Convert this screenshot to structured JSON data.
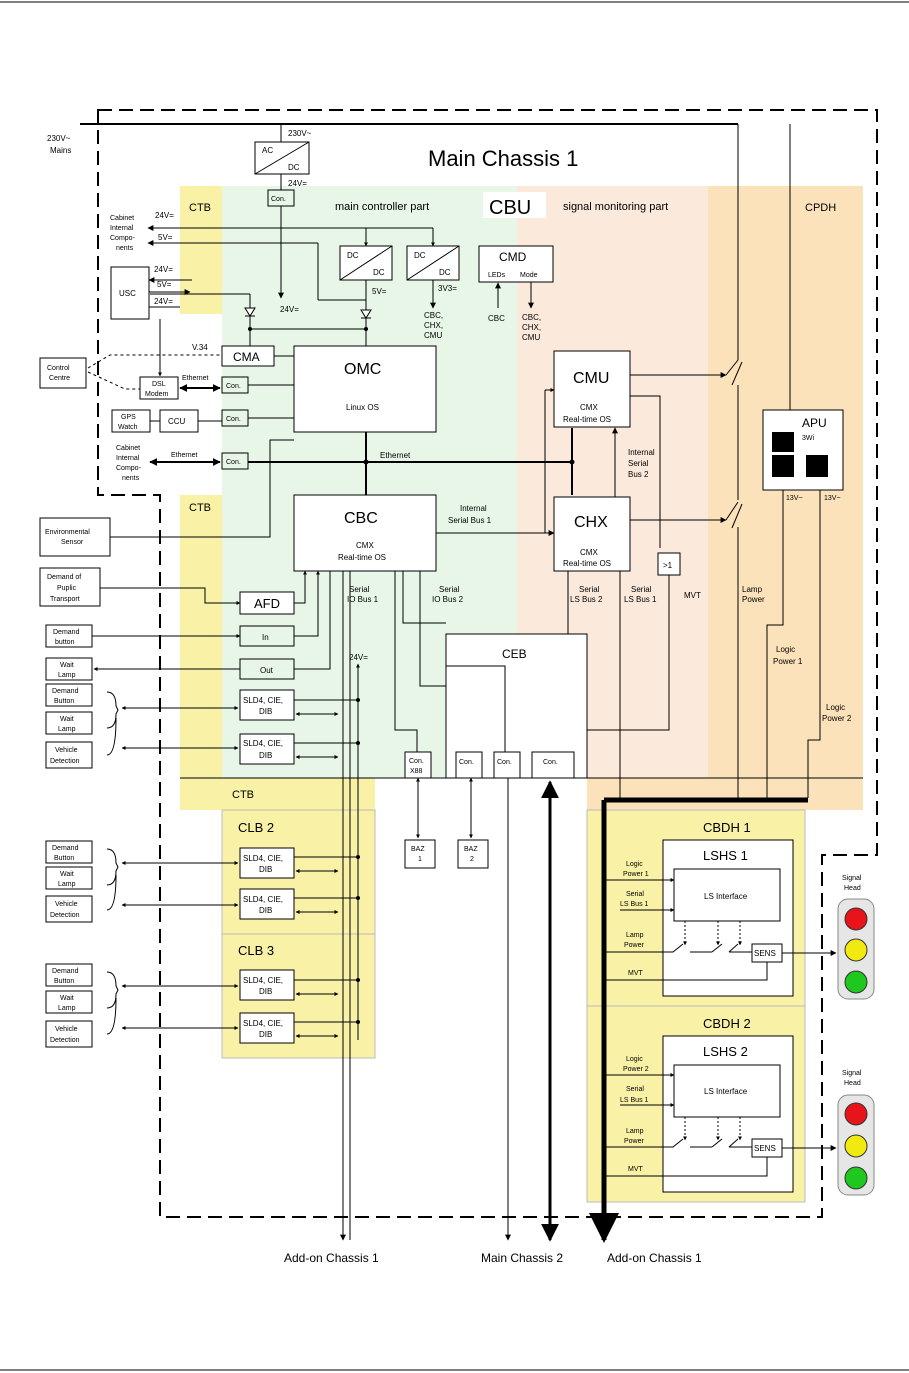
{
  "title": "Main Chassis 1",
  "regions": {
    "ctb": "CTB",
    "cbu": "CBU",
    "main_ctrl": "main controller part",
    "signal_mon": "signal monitoring part",
    "cpdh": "CPDH",
    "clb2": "CLB 2",
    "clb3": "CLB 3",
    "cbdh1": "CBDH 1",
    "cbdh2": "CBDH 2",
    "lshs1": "LSHS 1",
    "lshs2": "LSHS 2"
  },
  "power": {
    "mains": [
      "230V~",
      "Mains"
    ],
    "ac_in": "230V~",
    "ac": "AC",
    "dc": "DC",
    "out24": "24V=",
    "con": "Con.",
    "v24": "24V=",
    "v5": "5V=",
    "v3v3": "3V3="
  },
  "external": {
    "cabinet1": [
      "Cabinet",
      "Internal",
      "Compo-",
      "nents"
    ],
    "cabinet2": [
      "Cabinet",
      "Internal",
      "Compo-",
      "nents"
    ],
    "control_centre": [
      "Control",
      "Centre"
    ],
    "gps": [
      "GPS",
      "Watch"
    ],
    "env_sensor": [
      "Environmental",
      "Sensor"
    ],
    "demand_pt": [
      "Demand of",
      "Puplic",
      "Transport"
    ],
    "demand_btn": [
      "Demand",
      "button"
    ],
    "wait_lamp": [
      "Wait",
      "Lamp"
    ],
    "demand_button": [
      "Demand",
      "Button"
    ],
    "vehicle_det": [
      "Vehicle",
      "Detection"
    ]
  },
  "blocks": {
    "usc": "USC",
    "cma": "CMA",
    "v34": "V.34",
    "dsl": [
      "DSL",
      "Modem"
    ],
    "ethernet": "Ethernet",
    "ccu": "CCU",
    "omc": "OMC",
    "omc_os": "Linux OS",
    "cbc": "CBC",
    "cmx": "CMX",
    "rtos": "Real-time OS",
    "cmu": "CMU",
    "chx": "CHX",
    "cmd": "CMD",
    "leds": "LEDs",
    "mode": "Mode",
    "cbc_short": "CBC",
    "targets": [
      "CBC,",
      "CHX,",
      "CMU"
    ],
    "afd": "AFD",
    "in": "In",
    "out": "Out",
    "sld": [
      "SLD4, CIE,",
      "DIB"
    ],
    "ceb": "CEB",
    "conx88": [
      "Con.",
      "X88"
    ],
    "baz1": [
      "BAZ",
      "1"
    ],
    "baz2": [
      "BAZ",
      "2"
    ],
    "gt1": ">1",
    "apu": "APU",
    "wi3": "3Wi",
    "v13": "13V~",
    "ls_interface": "LS Interface",
    "sens": "SENS"
  },
  "bus_labels": {
    "isb1": [
      "Internal",
      "Serial Bus 1"
    ],
    "isb2": [
      "Internal",
      "Serial",
      "Bus 2"
    ],
    "sio1": [
      "Serial",
      "IO Bus 1"
    ],
    "sio2": [
      "Serial",
      "IO Bus 2"
    ],
    "sls2": [
      "Serial",
      "LS Bus 2"
    ],
    "sls1": [
      "Serial",
      "LS Bus 1"
    ],
    "mvt": "MVT",
    "lamp_power": [
      "Lamp",
      "Power"
    ],
    "logic1": [
      "Logic",
      "Power 1"
    ],
    "logic2": [
      "Logic",
      "Power 2"
    ],
    "serial_ls1": [
      "Serial",
      "LS Bus 1"
    ],
    "signal_head": [
      "Signal",
      "Head"
    ]
  },
  "bottom": {
    "addon1": "Add-on Chassis 1",
    "main2": "Main Chassis 2",
    "addon1b": "Add-on Chassis 1"
  },
  "colors": {
    "yellow": "#f8f1a6",
    "green": "#e8f6e8",
    "peach": "#fbe9dc",
    "orange": "#fbe2ba",
    "red": "#e8141c",
    "amber": "#f0ea10",
    "go": "#1ec81e"
  }
}
